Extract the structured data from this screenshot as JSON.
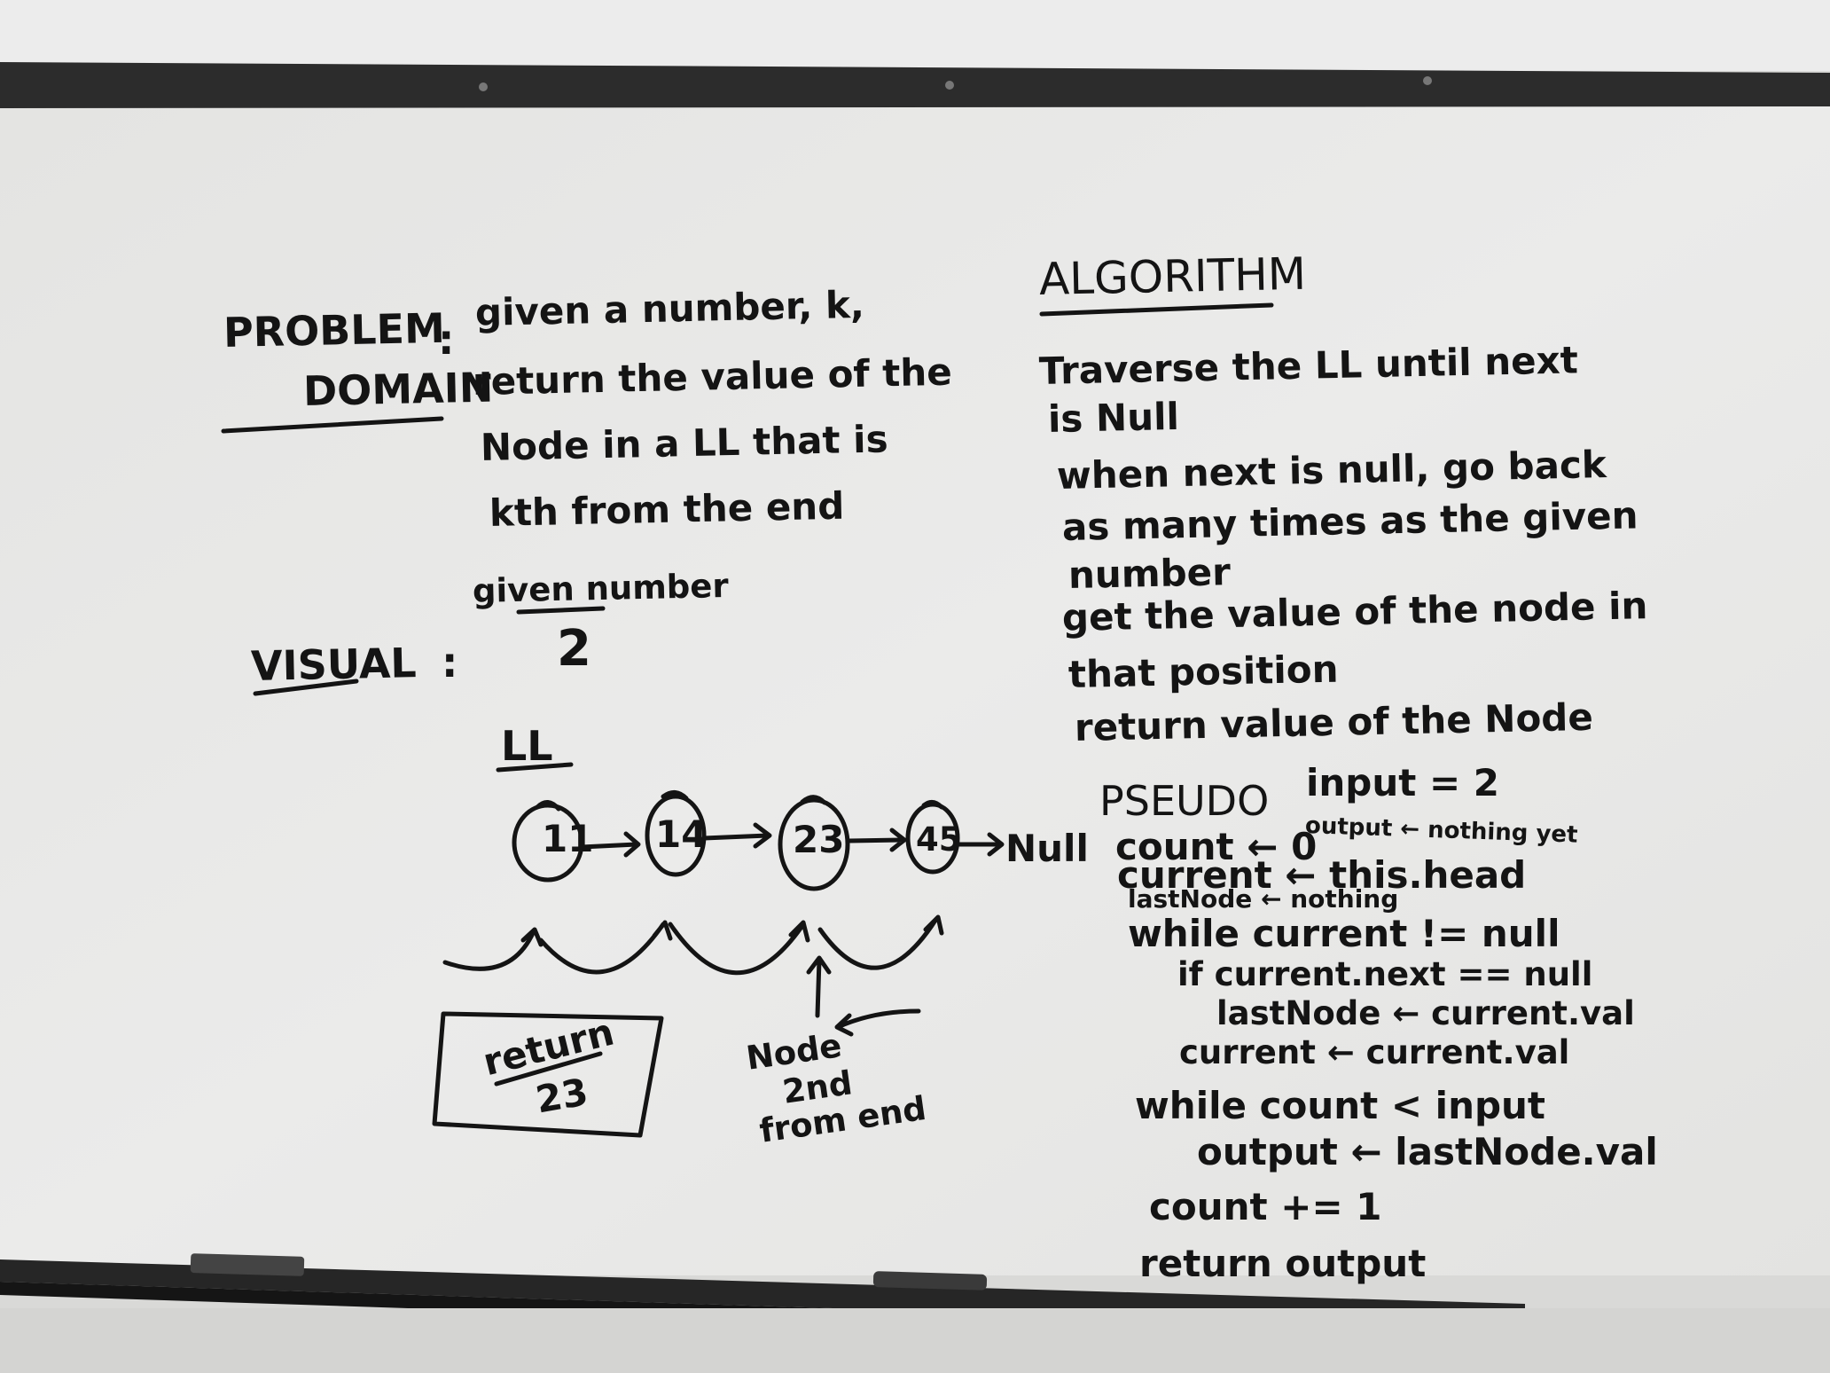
{
  "problem": {
    "heading_line1": "PROBLEM",
    "heading_line2": "DOMAIN",
    "separator": ":",
    "lines": [
      "given a number, k,",
      "return the value of the",
      "Node in a LL that is",
      "kth from the end"
    ]
  },
  "visual": {
    "heading": "VISUAL",
    "separator": ":",
    "given_label": "given number",
    "given_value": "2",
    "ll_label": "LL",
    "nodes": [
      "11",
      "14",
      "23",
      "45"
    ],
    "null_label": "Null",
    "return_label": "return",
    "return_value": "23",
    "pointer_note": [
      "Node",
      "2nd",
      "from end"
    ]
  },
  "algorithm": {
    "heading": "ALGORITHM",
    "steps": [
      "Traverse the LL until next",
      "is Null",
      "when next is null, go back",
      "as many times as the given",
      "number",
      "get the value of the node in",
      "that position",
      "return value of the Node"
    ]
  },
  "pseudo": {
    "heading": "PSEUDO",
    "input": "input = 2",
    "output": "output ← nothing yet",
    "lines": [
      "count ← 0",
      "current ← this.head",
      "lastNode ← nothing",
      "while current != null",
      "if current.next == null",
      "lastNode ← current.val",
      "current ← current.val",
      "while count < input",
      "output ← lastNode.val",
      "count += 1",
      "return output"
    ]
  },
  "colors": {
    "ink": "#141414",
    "board": "#e8e8e6",
    "frame": "#2b2b2b",
    "marker_tip": "#f1d34a"
  }
}
